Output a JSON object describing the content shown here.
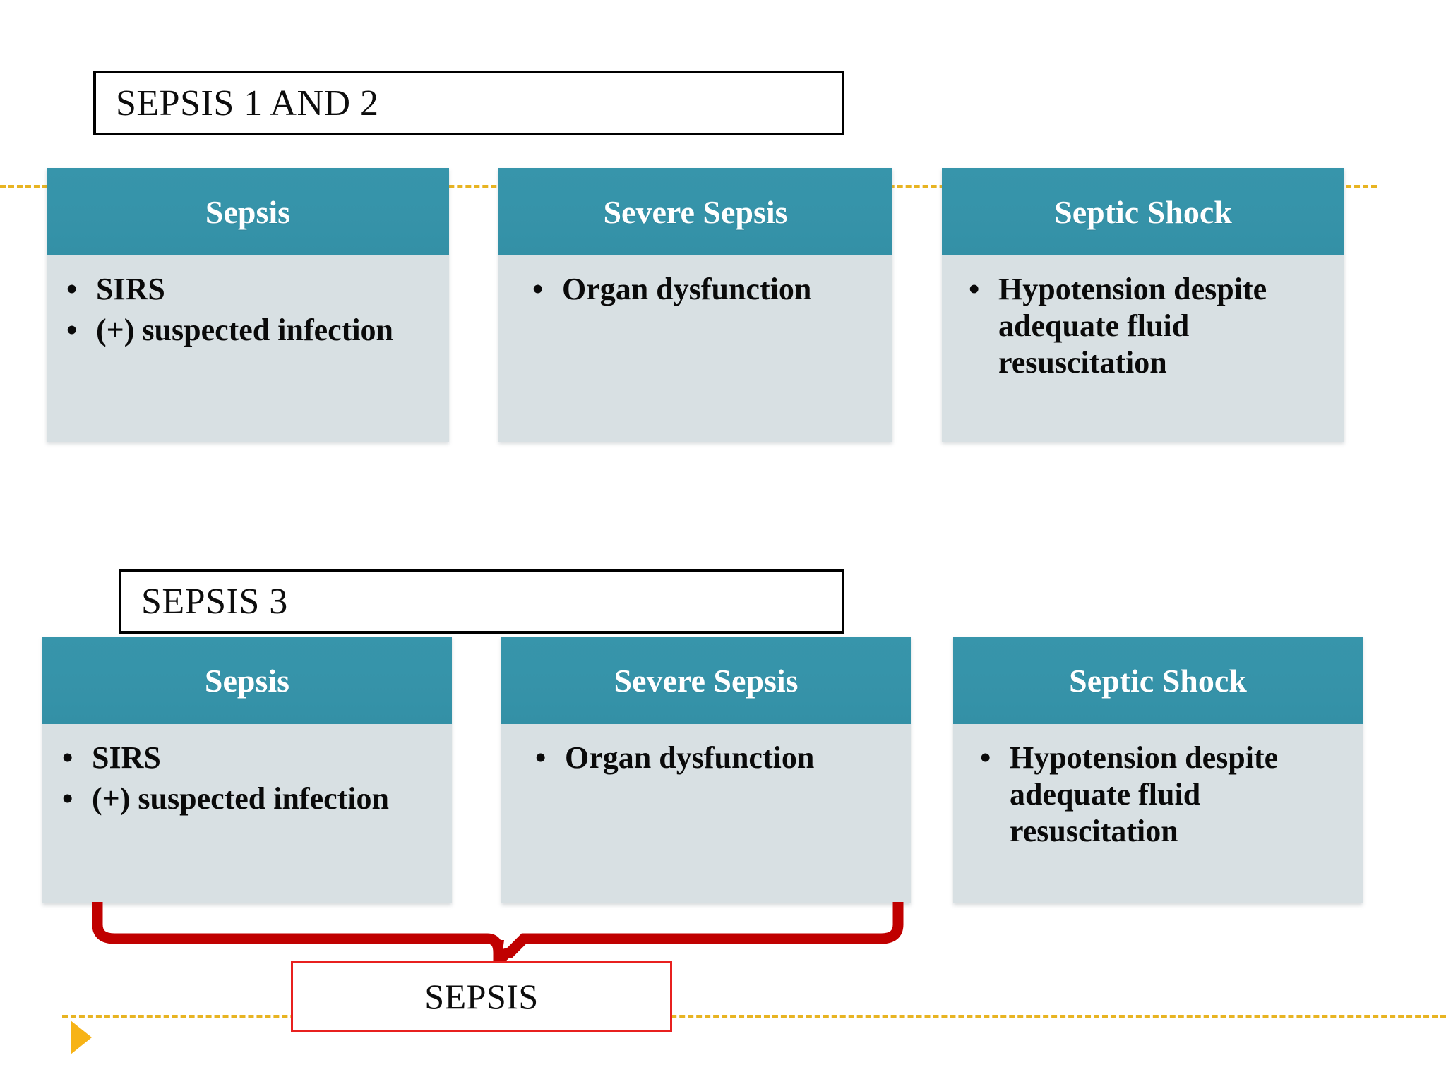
{
  "slide": {
    "background_color": "#ffffff",
    "accent_teal": "#3693a9",
    "card_body_color": "#d8e0e3",
    "dashed_rule_color": "#e8b422",
    "brace_color": "#c00000",
    "summary_border_color": "#e8201f",
    "triangle_color": "#f7b316"
  },
  "sections": [
    {
      "title": "SEPSIS 1 AND 2",
      "cards": [
        {
          "header": "Sepsis",
          "bullets": [
            "SIRS",
            "(+) suspected infection"
          ]
        },
        {
          "header": "Severe Sepsis",
          "bullets": [
            "Organ dysfunction"
          ]
        },
        {
          "header": "Septic Shock",
          "bullets": [
            "Hypotension despite adequate fluid resuscitation"
          ]
        }
      ]
    },
    {
      "title": "SEPSIS 3",
      "cards": [
        {
          "header": "Sepsis",
          "bullets": [
            "SIRS",
            "(+) suspected infection"
          ]
        },
        {
          "header": "Severe Sepsis",
          "bullets": [
            "Organ dysfunction"
          ]
        },
        {
          "header": "Septic Shock",
          "bullets": [
            "Hypotension despite adequate fluid resuscitation"
          ]
        }
      ]
    }
  ],
  "summary": {
    "label": "SEPSIS",
    "groups_cards": [
      "Sepsis",
      "Severe Sepsis"
    ]
  },
  "icons": {
    "bullet": "•",
    "play_triangle": "play-triangle-icon",
    "brace": "curly-brace-icon"
  }
}
